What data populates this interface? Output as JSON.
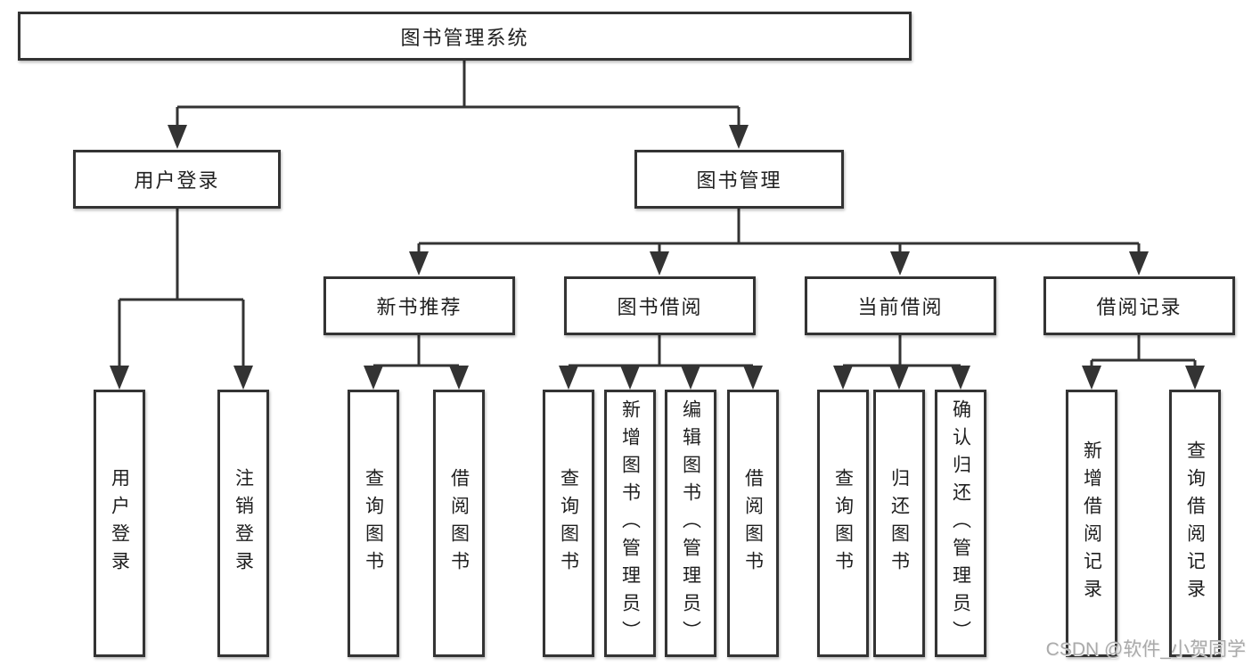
{
  "title": "图书管理系统",
  "branches": {
    "user_login": {
      "label": "用户登录",
      "children": {
        "login": "用户登录",
        "logout": "注销登录"
      }
    },
    "book_mgmt": {
      "label": "图书管理",
      "sections": {
        "new_book_rec": {
          "label": "新书推荐",
          "children": {
            "query_book": "查询图书",
            "borrow_book": "借阅图书"
          }
        },
        "book_borrow": {
          "label": "图书借阅",
          "children": {
            "query_book": "查询图书",
            "add_book": "新增图书（管理员）",
            "edit_book": "编辑图书（管理员）",
            "borrow_book": "借阅图书"
          }
        },
        "current_borrow": {
          "label": "当前借阅",
          "children": {
            "query_book": "查询图书",
            "return_book": "归还图书",
            "confirm_return": "确认归还（管理员）"
          }
        },
        "borrow_record": {
          "label": "借阅记录",
          "children": {
            "add_record": "新增借阅记录",
            "query_record": "查询借阅记录"
          }
        }
      }
    }
  },
  "watermark": "CSDN @软件_小贺同学",
  "colors": {
    "line": "#333333",
    "text": "#1f1f1f",
    "box_background": "#ffffff",
    "page_background": "#ffffff",
    "watermark": "#aaaaaa"
  }
}
